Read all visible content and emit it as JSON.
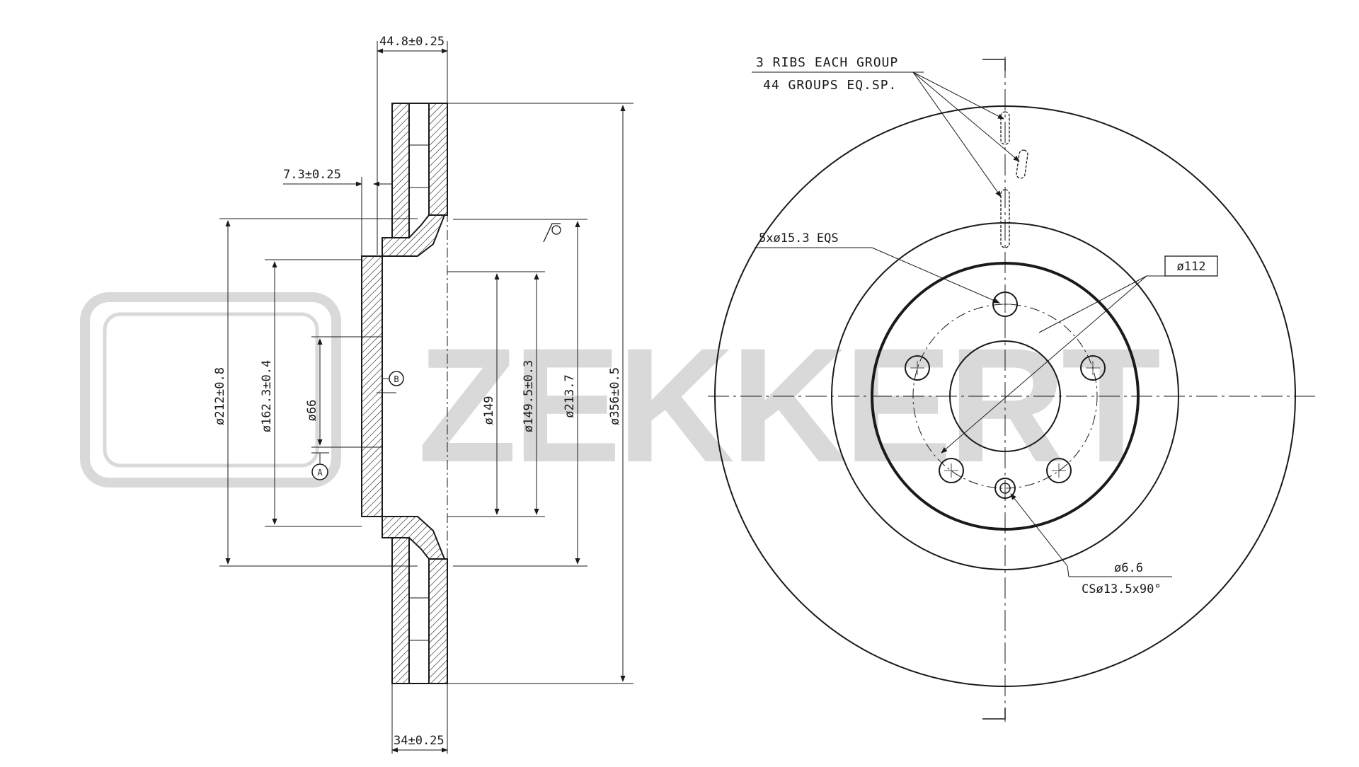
{
  "watermark": {
    "brand": "ZEKKERT",
    "color": "#d9d9d9"
  },
  "colors": {
    "line": "#1a1a1a",
    "hatch": "#1a1a1a",
    "background": "#ffffff"
  },
  "section_view": {
    "dims": {
      "total_width": "44.8±0.25",
      "hat_offset": "7.3±0.25",
      "disc_thickness": "34±0.25",
      "dia_212": "ø212±0.8",
      "dia_162": "ø162.3±0.4",
      "dia_66": "ø66",
      "dia_149": "ø149",
      "dia_149_5": "ø149.5±0.3",
      "dia_213_7": "ø213.7",
      "dia_356": "ø356±0.5"
    },
    "datums": {
      "a": "A",
      "b": "B"
    }
  },
  "front_view": {
    "ribs_line1": "3 RIBS EACH GROUP",
    "ribs_line2": "44 GROUPS EQ.SP.",
    "bolt_holes": "5xø15.3  EQS",
    "pcd": "ø112",
    "small_hole": "ø6.6",
    "countersink": "CSø13.5x90°"
  }
}
